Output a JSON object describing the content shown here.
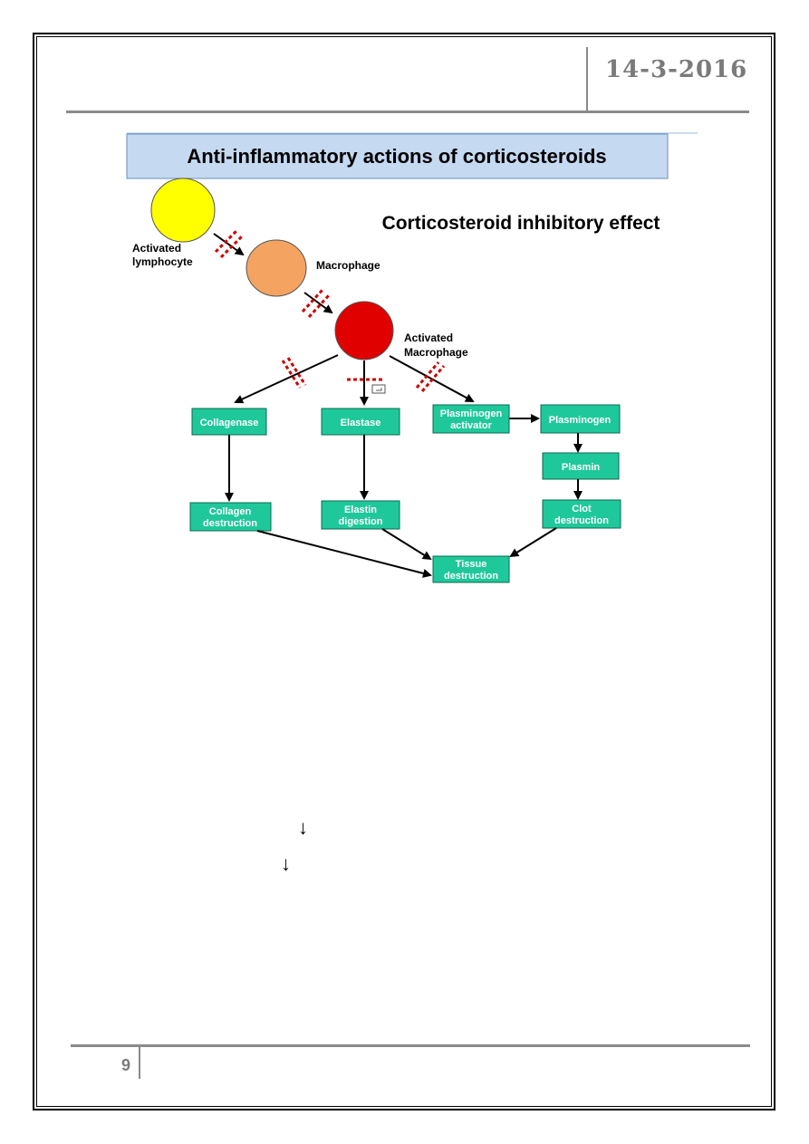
{
  "header": {
    "date": "14-3-2016"
  },
  "footer": {
    "page_number": "9"
  },
  "diagram": {
    "title": "Anti-inflammatory actions of corticosteroids",
    "subtitle": "Corticosteroid inhibitory effect",
    "cells": {
      "lymphocyte": [
        "Activated",
        "lymphocyte"
      ],
      "macrophage": [
        "Macrophage"
      ],
      "activated_macrophage": [
        "Activated",
        "Macrophage"
      ]
    },
    "boxes": {
      "collagenase": [
        "Collagenase"
      ],
      "elastase": [
        "Elastase"
      ],
      "plasminogen_activator": [
        "Plasminogen",
        "activator"
      ],
      "plasminogen": [
        "Plasminogen"
      ],
      "plasmin": [
        "Plasmin"
      ],
      "collagen_destruction": [
        "Collagen",
        "destruction"
      ],
      "elastin_digestion": [
        "Elastin",
        "digestion"
      ],
      "clot_destruction": [
        "Clot",
        "destruction"
      ],
      "tissue_destruction": [
        "Tissue",
        "destruction"
      ]
    },
    "colors": {
      "title_bg": "#c5d9f1",
      "lymphocyte": "#ffff00",
      "macrophage": "#f4a460",
      "activated_macrophage": "#e00000",
      "box_fill": "#1fc89a",
      "inhibit_mark": "#cc0000"
    }
  },
  "stray_marks": {
    "arrow_glyph": "↓"
  }
}
